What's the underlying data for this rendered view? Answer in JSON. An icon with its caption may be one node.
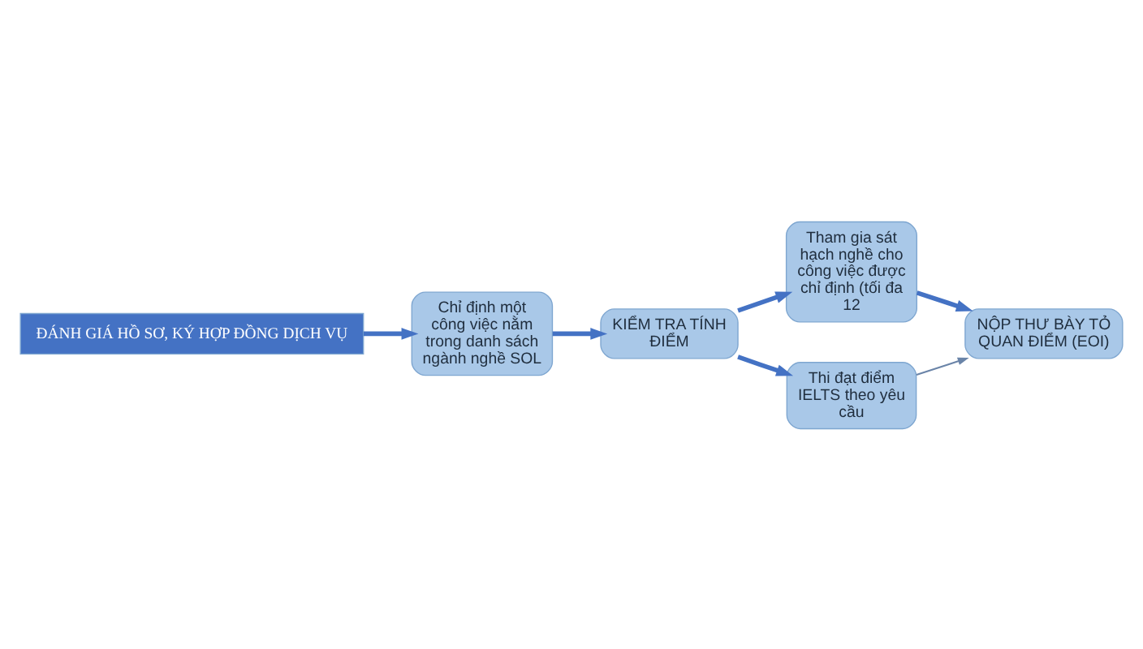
{
  "diagram": {
    "nodes": [
      {
        "text": [
          "ĐÁNH GIÁ HỒ SƠ, KÝ HỢP ĐỒNG DỊCH VỤ"
        ]
      },
      {
        "text": [
          "Chỉ định một công việc nằm trong danh sách ngành nghề SOL"
        ]
      },
      {
        "text": [
          "KIỂM TRA TÍNH ĐIỂM"
        ]
      },
      {
        "text": [
          "Tham gia sát hạch nghề cho công việc được chỉ định (tối đa 12"
        ]
      },
      {
        "text": [
          "Thi đạt điểm IELTS theo yêu cầu"
        ]
      },
      {
        "text": [
          "NỘP THƯ BÀY TỎ QUAN ĐIỂM (EOI)"
        ]
      }
    ],
    "edges": [
      {
        "from": 0,
        "to": 1,
        "arrow": "to"
      },
      {
        "from": 1,
        "to": 2,
        "arrow": "to"
      },
      {
        "from": 2,
        "to": 3,
        "arrow": "to"
      },
      {
        "from": 2,
        "to": 4,
        "arrow": "to"
      },
      {
        "from": 3,
        "to": 5,
        "arrow": "to"
      },
      {
        "from": 4,
        "to": 5,
        "arrow": "to",
        "color": "#6a84a8"
      }
    ]
  }
}
